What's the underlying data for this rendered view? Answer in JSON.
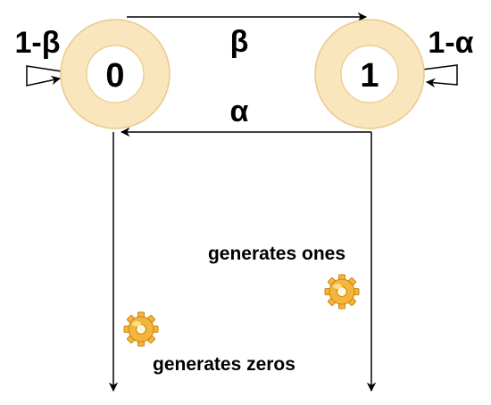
{
  "states": [
    {
      "id": "0",
      "label": "0"
    },
    {
      "id": "1",
      "label": "1"
    }
  ],
  "transitions": {
    "zero_to_one": "β",
    "one_to_zero": "α",
    "zero_self_loop": "1-β",
    "one_self_loop": "1-α"
  },
  "annotations": {
    "state_zero_output": "generates zeros",
    "state_one_output": "generates ones"
  },
  "icons": {
    "generator_zero": "gear-icon",
    "generator_one": "gear-icon"
  },
  "colors": {
    "state_ring": "#fae6bd",
    "state_ring_stroke": "#e8c98a",
    "state_center": "#ffffff",
    "arrow": "#000000",
    "gear": "#f3b53a",
    "gear_dark": "#c98512"
  }
}
